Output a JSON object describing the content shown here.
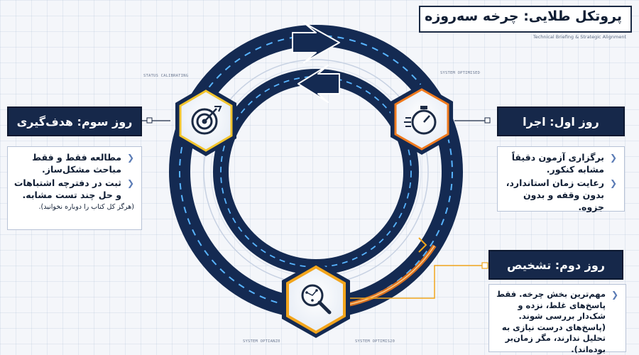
{
  "title": "پروتکل طلایی: چرخه سه‌روزه",
  "subtitle": "Technical Briefing & Strategic Alignment",
  "status_labels": {
    "top_left": "STATUS CALIBRATING",
    "top_right": "SYSTEM OPTIMISED",
    "bottom_left": "SYSTEM OPTIANZ0",
    "bottom_right": "SYSTEM OPTIMIS20"
  },
  "days": {
    "day1": {
      "title": "روز اول: اجرا",
      "icon": "stopwatch-icon",
      "points": [
        "برگزاری آزمون دقیقاً مشابه کنکور.",
        "رعایت زمان استاندارد، بدون وقفه و بدون جزوه."
      ]
    },
    "day2": {
      "title": "روز دوم: تشخیص",
      "icon": "magnifier-icon",
      "points": [
        "مهم‌ترین بخش چرخه. فقط پاسخ‌های غلط، نزده و شک‌دار بررسی شوند. (پاسخ‌های درست نیازی به تحلیل ندارند، مگر زمان‌بر بوده‌اند)."
      ]
    },
    "day3": {
      "title": "روز سوم: هدف‌گیری",
      "icon": "target-icon",
      "points": [
        "مطالعه فقط و فقط مباحث مشکل‌ساز.",
        "ثبت در دفترچه اشتباهات و حل چند تست مشابه."
      ],
      "note": "(هرگز کل کتاب را دوباره نخوانید)."
    }
  },
  "colors": {
    "navy": "#16284a",
    "road": "#142a52",
    "dash": "#58b4ff",
    "gold": "#f2a51c",
    "orange": "#f07a1d",
    "cyan": "#7dd3ff"
  }
}
